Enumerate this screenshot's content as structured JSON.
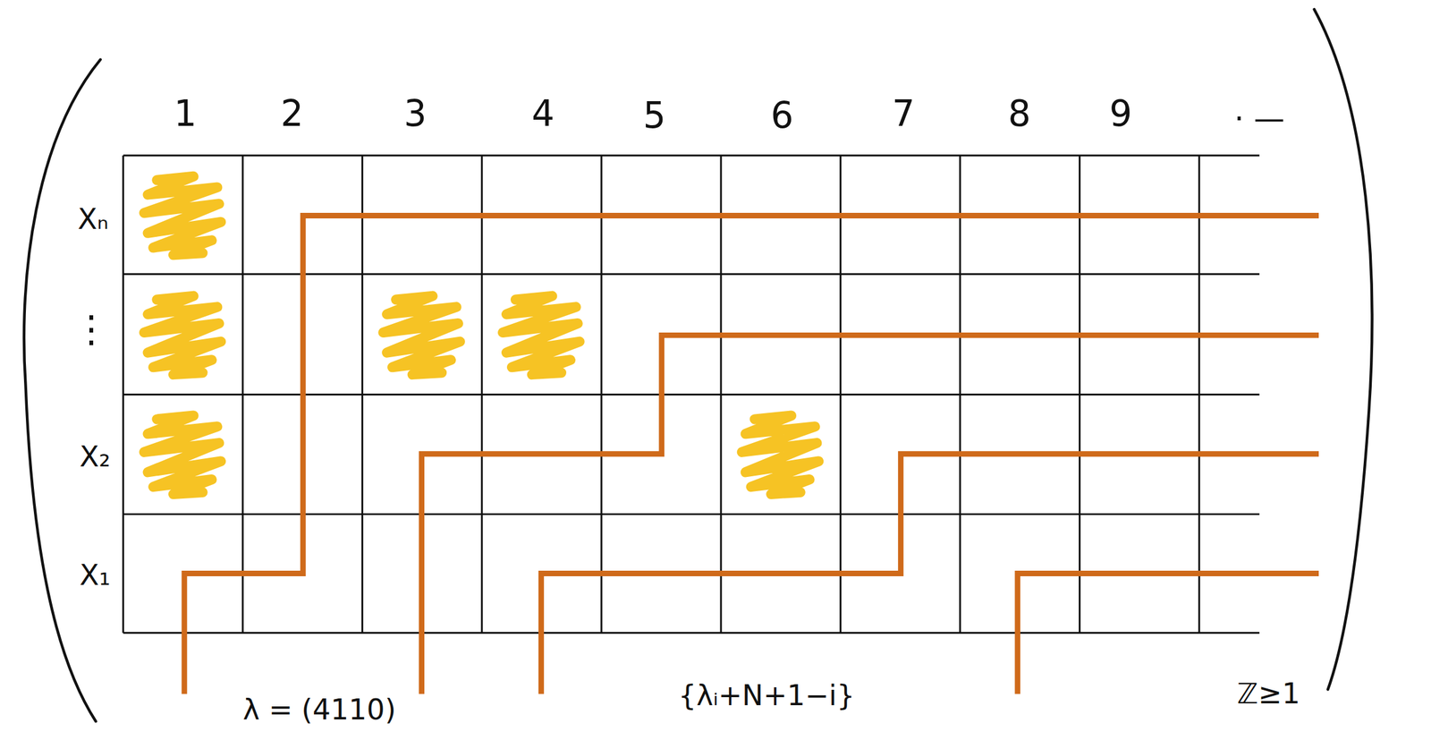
{
  "diagram": {
    "labels": [
      "1",
      "2",
      "3",
      "4",
      "5",
      "6",
      "7",
      "8",
      "9",
      "· —",
      "Xₙ",
      "⋮",
      "X₂",
      "X₁",
      "λ = (4110)",
      "{λᵢ+N+1−i}",
      "ℤ≥1"
    ]
  }
}
